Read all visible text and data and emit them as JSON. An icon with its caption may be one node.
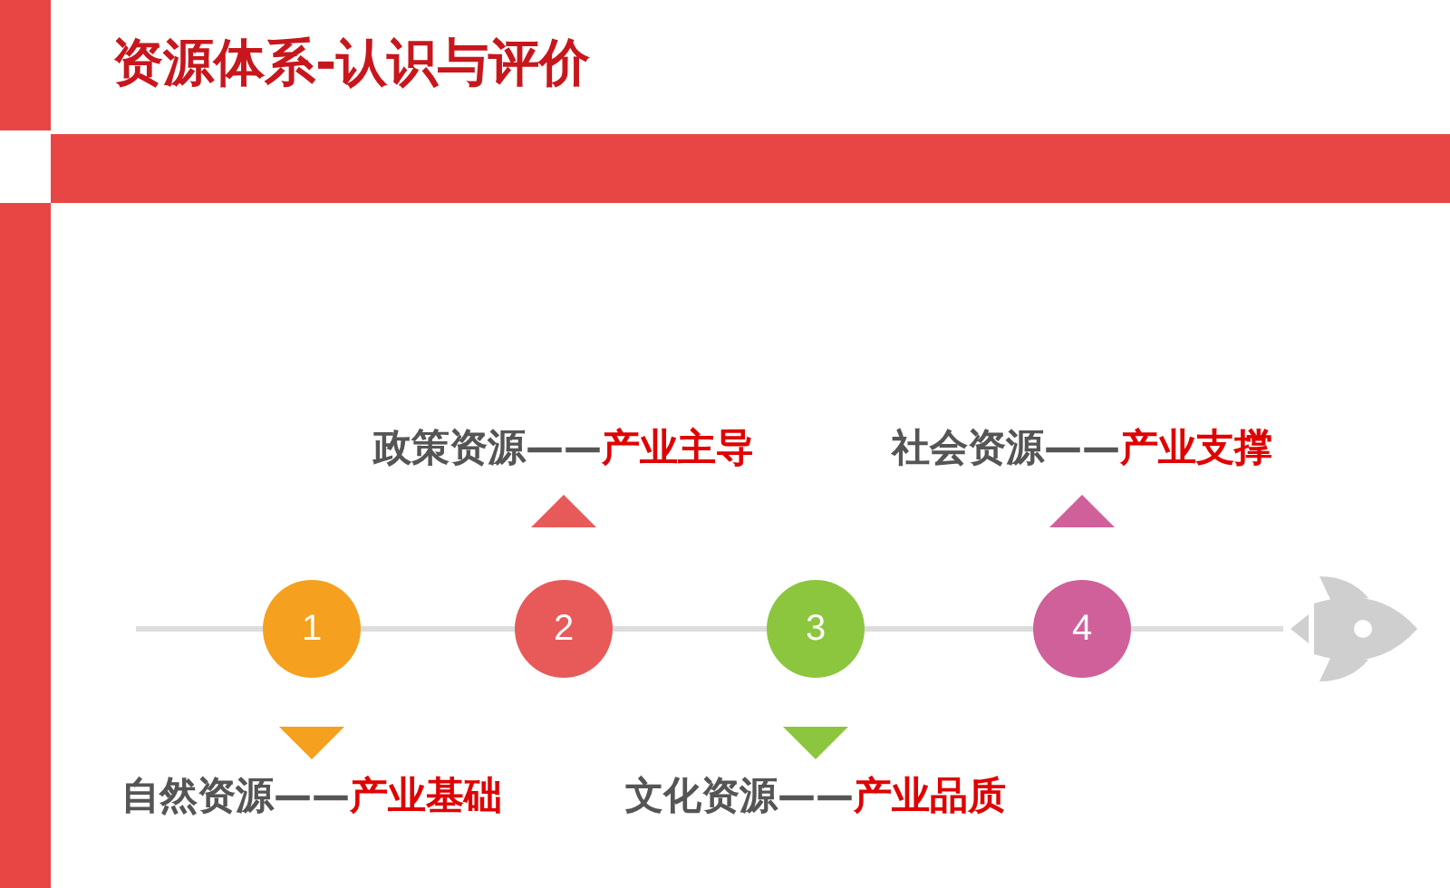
{
  "diagram": {
    "title": "资源体系-认识与评价",
    "nodes": [
      {
        "text": [
          "1"
        ],
        "beside": [
          "自然资源——",
          "产业基础"
        ]
      },
      {
        "text": [
          "2"
        ],
        "beside": [
          "政策资源——",
          "产业主导"
        ]
      },
      {
        "text": [
          "3"
        ],
        "beside": [
          "文化资源——",
          "产业品质"
        ]
      },
      {
        "text": [
          "4"
        ],
        "beside": [
          "社会资源——",
          "产业支撑"
        ]
      }
    ]
  }
}
